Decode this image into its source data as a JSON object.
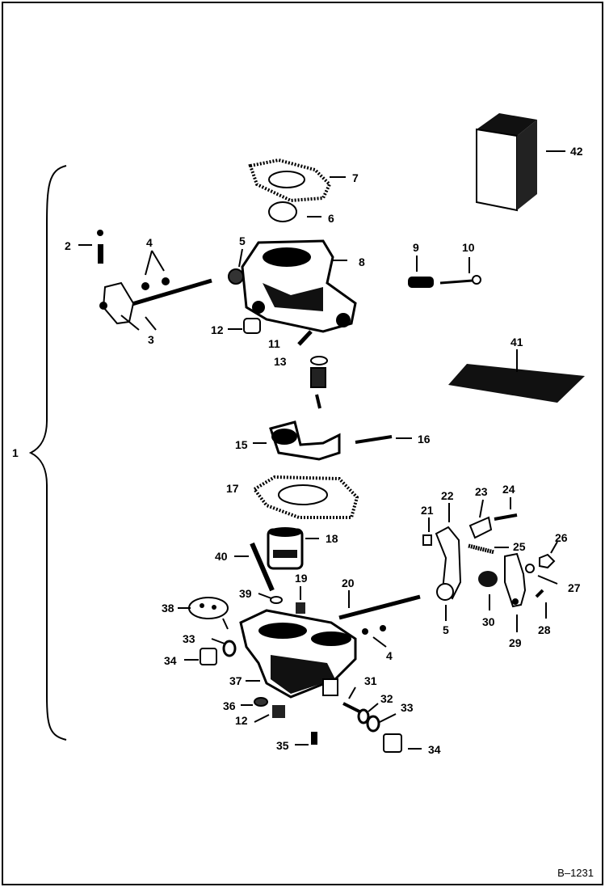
{
  "figure": {
    "reference": "B–1231",
    "callouts": [
      "1",
      "2",
      "3",
      "4",
      "5",
      "6",
      "7",
      "8",
      "9",
      "10",
      "11",
      "12",
      "13",
      "15",
      "16",
      "17",
      "18",
      "19",
      "20",
      "21",
      "22",
      "23",
      "24",
      "25",
      "26",
      "27",
      "28",
      "29",
      "30",
      "31",
      "32",
      "33",
      "34",
      "35",
      "36",
      "37",
      "38",
      "39",
      "40",
      "41",
      "42",
      "4",
      "5",
      "12",
      "33",
      "34"
    ]
  },
  "colors": {
    "ink": "#000000",
    "paper": "#ffffff"
  }
}
